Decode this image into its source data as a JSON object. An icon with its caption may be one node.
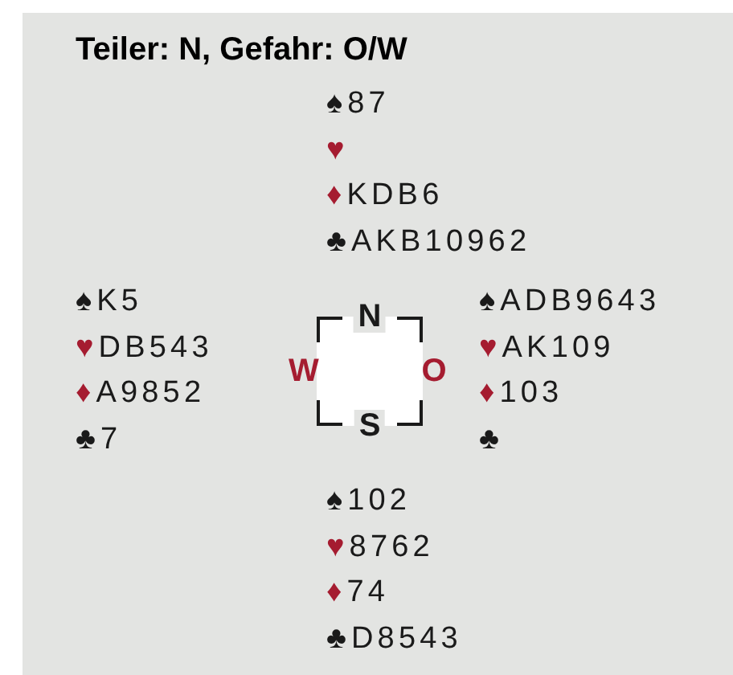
{
  "diagram": {
    "title": "Teiler: N, Gefahr: O/W",
    "nodes": [
      {
        "text": [
          "N",
          "W",
          "O",
          "S"
        ]
      }
    ],
    "labels": [
      "♠87",
      "♥",
      "♦KDB6",
      "♣AKB10962",
      "♠K5",
      "♠ADB9643",
      "♥DB543",
      "♥AK109",
      "♦A9852",
      "♦103",
      "♣7",
      "♣",
      "♠102",
      "♥8762",
      "♦74",
      "♣D8543"
    ]
  }
}
